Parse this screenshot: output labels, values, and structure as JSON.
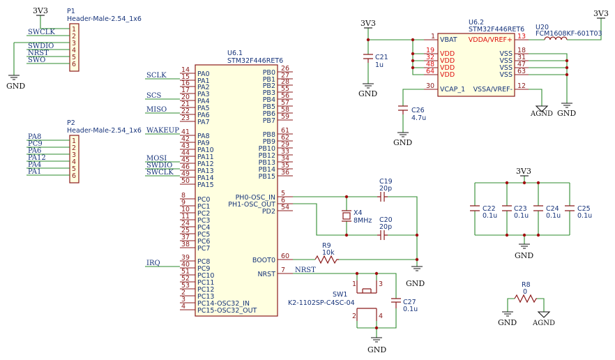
{
  "p1": {
    "ref": "P1",
    "value": "Header-Male-2.54_1x6",
    "pins": [
      "1",
      "2",
      "3",
      "4",
      "5",
      "6"
    ],
    "nets": [
      "SWCLK",
      "SWDIO",
      "NRST",
      "SWO"
    ],
    "power_top": "3V3",
    "power_bottom": "GND"
  },
  "p2": {
    "ref": "P2",
    "value": "Header-Male-2.54_1x6",
    "pins": [
      "1",
      "2",
      "3",
      "4",
      "5",
      "6"
    ],
    "nets": [
      "PA8",
      "PC9",
      "PA6",
      "PA12",
      "PA4",
      "PA1"
    ]
  },
  "u61": {
    "ref": "U6.1",
    "value": "STM32F446RET6",
    "left_pins": [
      {
        "n": "14",
        "name": "PA0"
      },
      {
        "n": "15",
        "name": "PA1"
      },
      {
        "n": "16",
        "name": "PA2"
      },
      {
        "n": "17",
        "name": "PA3"
      },
      {
        "n": "20",
        "name": "PA4"
      },
      {
        "n": "21",
        "name": "PA5"
      },
      {
        "n": "22",
        "name": "PA6"
      },
      {
        "n": "23",
        "name": "PA7"
      },
      {
        "n": "41",
        "name": "PA8"
      },
      {
        "n": "42",
        "name": "PA9"
      },
      {
        "n": "43",
        "name": "PA10"
      },
      {
        "n": "44",
        "name": "PA11"
      },
      {
        "n": "45",
        "name": "PA12"
      },
      {
        "n": "46",
        "name": "PA13"
      },
      {
        "n": "49",
        "name": "PA14"
      },
      {
        "n": "50",
        "name": "PA15"
      },
      {
        "n": "8",
        "name": "PC0"
      },
      {
        "n": "9",
        "name": "PC1"
      },
      {
        "n": "10",
        "name": "PC2"
      },
      {
        "n": "11",
        "name": "PC3"
      },
      {
        "n": "24",
        "name": "PC4"
      },
      {
        "n": "25",
        "name": "PC5"
      },
      {
        "n": "37",
        "name": "PC6"
      },
      {
        "n": "38",
        "name": "PC7"
      },
      {
        "n": "39",
        "name": "PC8"
      },
      {
        "n": "40",
        "name": "PC9"
      },
      {
        "n": "51",
        "name": "PC10"
      },
      {
        "n": "52",
        "name": "PC11"
      },
      {
        "n": "53",
        "name": "PC12"
      },
      {
        "n": "2",
        "name": "PC13"
      },
      {
        "n": "3",
        "name": "PC14-OSC32_IN"
      },
      {
        "n": "4",
        "name": "PC15-OSC32_OUT"
      }
    ],
    "right_pins": [
      {
        "n": "26",
        "name": "PB0"
      },
      {
        "n": "27",
        "name": "PB1"
      },
      {
        "n": "28",
        "name": "PB2"
      },
      {
        "n": "55",
        "name": "PB3"
      },
      {
        "n": "56",
        "name": "PB4"
      },
      {
        "n": "57",
        "name": "PB5"
      },
      {
        "n": "58",
        "name": "PB6"
      },
      {
        "n": "59",
        "name": "PB7"
      },
      {
        "n": "61",
        "name": "PB8"
      },
      {
        "n": "62",
        "name": "PB9"
      },
      {
        "n": "29",
        "name": "PB10"
      },
      {
        "n": "33",
        "name": "PB12"
      },
      {
        "n": "34",
        "name": "PB13"
      },
      {
        "n": "35",
        "name": "PB14"
      },
      {
        "n": "36",
        "name": "PB15"
      },
      {
        "n": "5",
        "name": "PH0-OSC_IN"
      },
      {
        "n": "6",
        "name": "PH1-OSC_OUT"
      },
      {
        "n": "54",
        "name": "PD2"
      },
      {
        "n": "60",
        "name": "BOOT0"
      },
      {
        "n": "7",
        "name": "NRST"
      }
    ],
    "left_nets": [
      "SCLK",
      "SCS",
      "MISO",
      "WAKEUP",
      "MOSI",
      "SWDIO",
      "SWCLK",
      "IRQ"
    ]
  },
  "u62": {
    "ref": "U6.2",
    "value": "STM32F446RET6",
    "pins_left": [
      {
        "n": "1",
        "name": "VBAT"
      },
      {
        "n": "19",
        "name": "VDD"
      },
      {
        "n": "32",
        "name": "VDD"
      },
      {
        "n": "48",
        "name": "VDD"
      },
      {
        "n": "64",
        "name": "VDD"
      },
      {
        "n": "30",
        "name": "VCAP_1"
      }
    ],
    "pins_right": [
      {
        "n": "13",
        "name": "VDDA/VREF+"
      },
      {
        "n": "18",
        "name": "VSS"
      },
      {
        "n": "31",
        "name": "VSS"
      },
      {
        "n": "47",
        "name": "VSS"
      },
      {
        "n": "63",
        "name": "VSS"
      },
      {
        "n": "12",
        "name": "VSSA/VREF-"
      }
    ]
  },
  "parts": {
    "c21": {
      "ref": "C21",
      "value": "1u"
    },
    "c26": {
      "ref": "C26",
      "value": "4.7u"
    },
    "u20": {
      "ref": "U20",
      "value": "FCM1608KF-601T03"
    },
    "c19": {
      "ref": "C19",
      "value": "20p"
    },
    "c20": {
      "ref": "C20",
      "value": "20p"
    },
    "x4": {
      "ref": "X4",
      "value": "8MHz"
    },
    "r9": {
      "ref": "R9",
      "value": "10k"
    },
    "sw1": {
      "ref": "SW1",
      "value": "K2-1102SP-C4SC-04",
      "pins": [
        "1",
        "3",
        "2",
        "4"
      ]
    },
    "c27": {
      "ref": "C27",
      "value": "0.1u"
    },
    "c22": {
      "ref": "C22",
      "value": "0.1u"
    },
    "c23": {
      "ref": "C23",
      "value": "0.1u"
    },
    "c24": {
      "ref": "C24",
      "value": "0.1u"
    },
    "c25": {
      "ref": "C25",
      "value": "0.1u"
    },
    "r8": {
      "ref": "R8",
      "value": "0"
    }
  },
  "net_nrst": "NRST",
  "power": {
    "v3v3": "3V3",
    "gnd": "GND",
    "agnd": "AGND"
  }
}
